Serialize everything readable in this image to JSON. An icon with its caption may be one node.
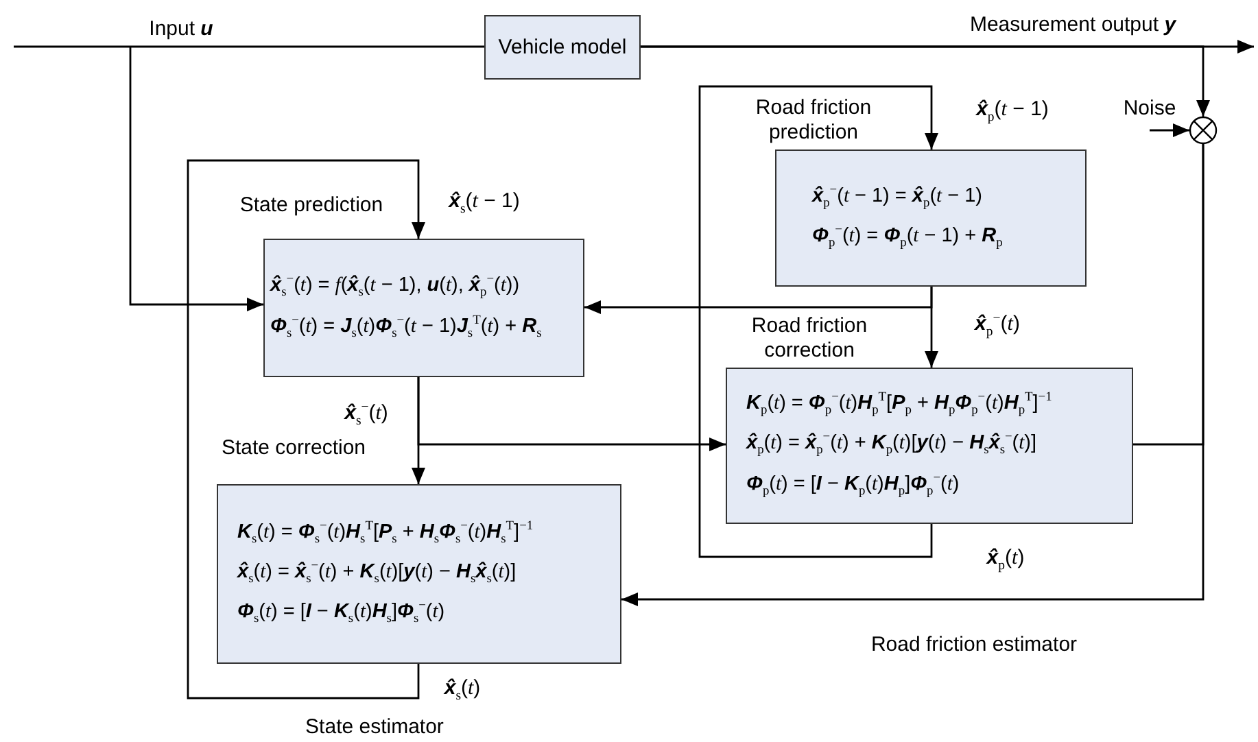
{
  "diagram": {
    "nodes": [
      {
        "text": [
          "Vehicle model"
        ]
      },
      {
        "text": [
          "Road friction prediction",
          "**x̂**$_{p}$$^{−}$(*t* − 1) = **x̂**$_{p}$(*t* − 1)",
          "**Φ**$_{p}$$^{−}$(*t*) = **Φ**$_{p}$(*t* − 1) + **R**$_{p}$"
        ]
      },
      {
        "text": [
          "State prediction",
          "**x̂**$_{s}$$^{−}$(*t*) = *f*(**x̂**$_{s}$(*t* − 1), **u**(*t*), **x̂**$_{p}$$^{−}$(*t*))",
          "**Φ**$_{s}$$^{−}$(*t*) = **J**$_{s}$(*t*)**Φ**$_{s}$$^{−}$(*t* − 1)**J**$_{s}$$^{T}$(*t*) + **R**$_{s}$"
        ]
      },
      {
        "text": [
          "Road friction correction",
          "**K**$_{p}$(*t*) = **Φ**$_{p}$$^{−}$(*t*)**H**$_{p}$$^{T}$[**P**$_{p}$ + **H**$_{p}$**Φ**$_{p}$$^{−}$(*t*)**H**$_{p}$$^{T}$]$^{−1}$",
          "**x̂**$_{p}$(*t*) = **x̂**$_{p}$$^{−}$(*t*) + **K**$_{p}$(*t*)[**y**(*t*) − **H**$_{s}$**x̂**$_{s}$$^{−}$(*t*)]",
          "**Φ**$_{p}$(*t*) = [**I** − **K**$_{p}$(*t*)**H**$_{p}$]**Φ**$_{p}$$^{−}$(*t*)"
        ]
      },
      {
        "text": [
          "State correction",
          "**K**$_{s}$(*t*) = **Φ**$_{s}$$^{−}$(*t*)**H**$_{s}$$^{T}$[**P**$_{s}$ + **H**$_{s}$**Φ**$_{s}$$^{−}$(*t*)**H**$_{s}$$^{T}$]$^{−1}$",
          "**x̂**$_{s}$(*t*) = **x̂**$_{s}$$^{−}$(*t*) + **K**$_{s}$(*t*)[**y**(*t*) − **H**$_{s}$**x̂**$_{s}$(*t*)]",
          "**Φ**$_{s}$(*t*) = [**I** − **K**$_{s}$(*t*)**H**$_{s}$]**Φ**$_{s}$$^{−}$(*t*)"
        ]
      },
      {
        "text": [],
        "shape": "circle"
      }
    ],
    "edges": [
      {
        "from": null,
        "to": 0,
        "arrow": "none",
        "label": "Input **u**"
      },
      {
        "from": null,
        "to": 2,
        "arrow": "to"
      },
      {
        "from": 0,
        "to": null,
        "arrow": "to",
        "label": "Measurement output **y**"
      },
      {
        "from": 0,
        "to": 5,
        "arrow": "to"
      },
      {
        "from": null,
        "to": 5,
        "arrow": "to",
        "label": "Noise"
      },
      {
        "from": 5,
        "to": 4,
        "arrow": "to"
      },
      {
        "from": 5,
        "to": 3,
        "arrow": "none"
      },
      {
        "from": 3,
        "to": 1,
        "arrow": "to",
        "label": "**x̂**$_{p}$(*t* − 1)"
      },
      {
        "from": 1,
        "to": 3,
        "arrow": "to",
        "label": "**x̂**$_{p}$$^{−}$(*t*)"
      },
      {
        "from": 1,
        "to": 2,
        "arrow": "to"
      },
      {
        "from": 4,
        "to": 2,
        "arrow": "to",
        "label": "**x̂**$_{s}$(*t* − 1)"
      },
      {
        "from": 2,
        "to": 4,
        "arrow": "to",
        "label": "**x̂**$_{s}$$^{−}$(*t*)"
      },
      {
        "from": 2,
        "to": 3,
        "arrow": "to"
      }
    ],
    "labels": [
      "**x̂**$_{p}$(*t*)",
      "**x̂**$_{s}$(*t*)",
      "Road friction estimator",
      "State estimator"
    ]
  }
}
